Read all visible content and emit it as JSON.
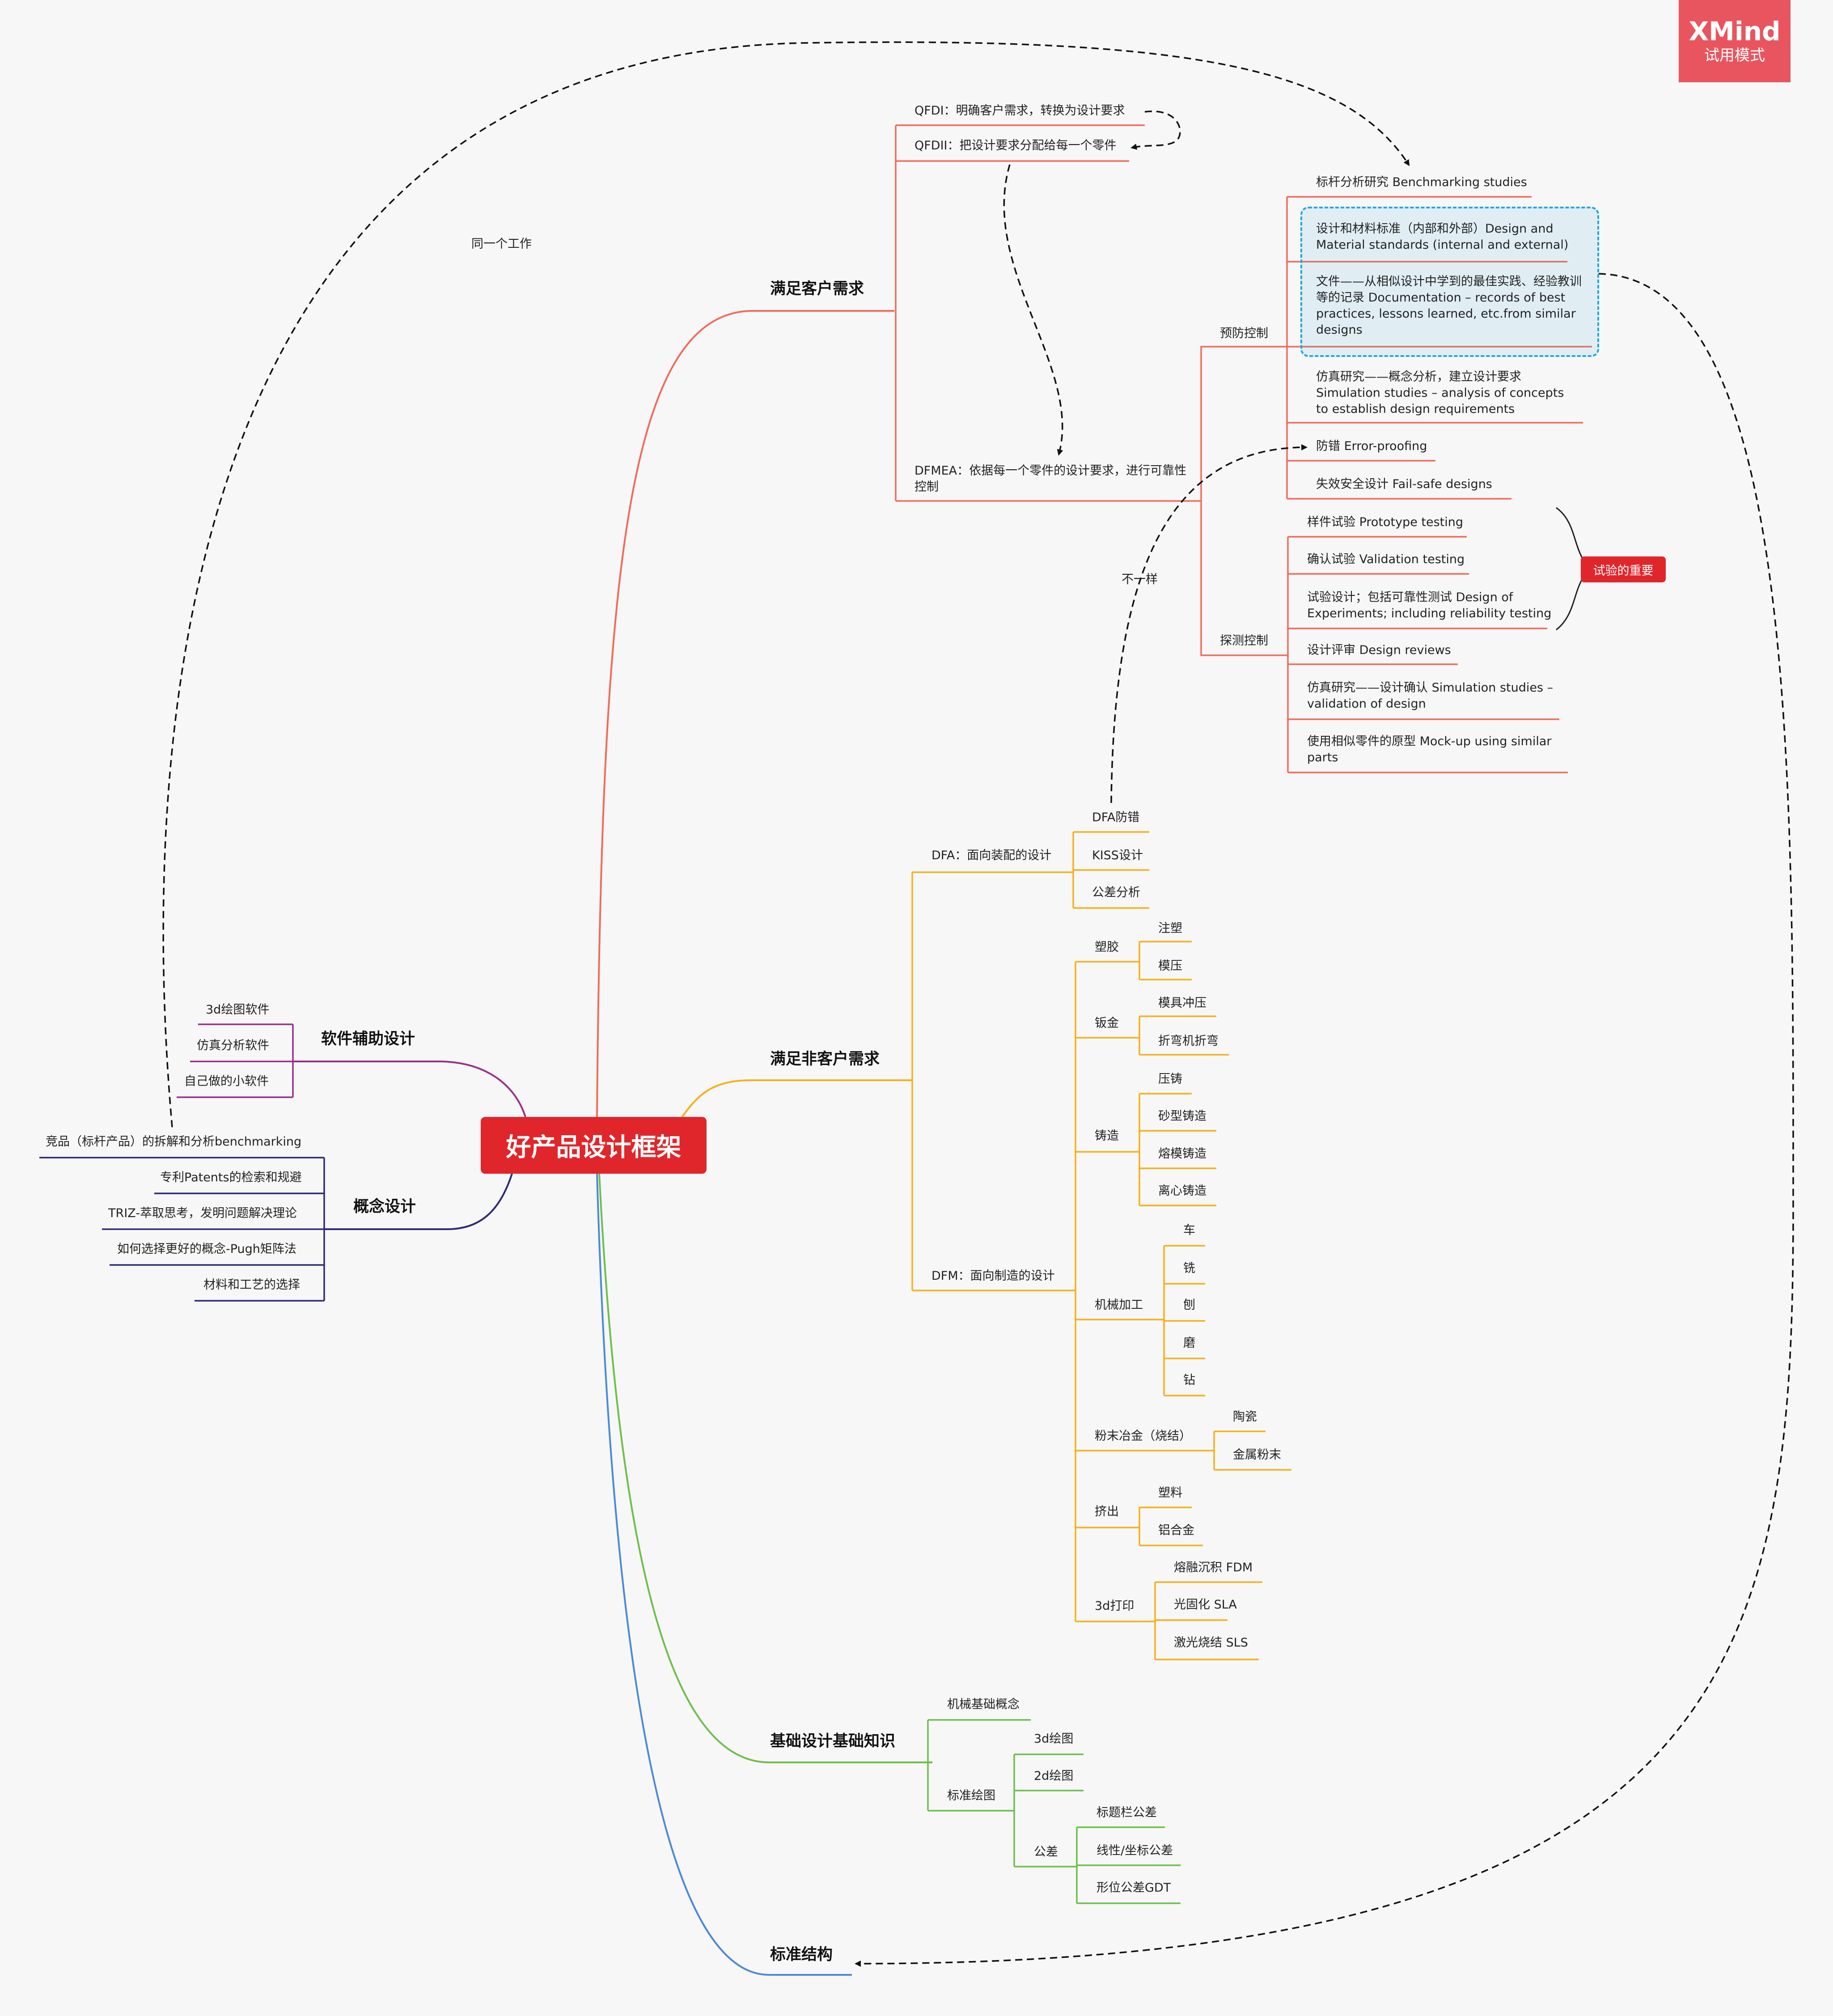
{
  "watermark": {
    "brand": "XMind",
    "mode": "试用模式"
  },
  "colors": {
    "customer": "#f26b5a",
    "noncustomer": "#f6b01a",
    "basic": "#6cc04a",
    "standard": "#4a8ad6",
    "software": "#9a2f8a",
    "concept": "#2d2a7a",
    "center": "#e0262b",
    "selection": "#22a7e0"
  },
  "root": {
    "title": "好产品设计框架"
  },
  "customer": {
    "title": "满足客户需求",
    "qfd1": "QFDI：明确客户需求，转换为设计要求",
    "qfd2": "QFDII：把设计要求分配给每一个零件",
    "dfmea": "DFMEA：依据每一个零件的设计要求，进行可靠性控制",
    "prevention": {
      "title": "预防控制",
      "items": [
        "标杆分析研究 Benchmarking studies",
        "设计和材料标准（内部和外部）Design and Material standards (internal and external)",
        "文件——从相似设计中学到的最佳实践、经验教训等的记录 Documentation – records of best practices, lessons learned, etc.from similar designs",
        "仿真研究——概念分析，建立设计要求 Simulation studies – analysis of concepts to establish design requirements",
        "防错 Error-proofing",
        "失效安全设计 Fail-safe designs"
      ]
    },
    "detection": {
      "title": "探测控制",
      "items": [
        "样件试验 Prototype testing",
        "确认试验 Validation testing",
        "试验设计；包括可靠性测试 Design of Experiments; including reliability testing",
        "设计评审 Design reviews",
        "仿真研究——设计确认 Simulation studies – validation of design",
        "使用相似零件的原型  Mock-up using similar parts"
      ],
      "summary": "试验的重要"
    }
  },
  "noncustomer": {
    "title": "满足非客户需求",
    "dfa": {
      "title": "DFA：面向装配的设计",
      "items": [
        "DFA防错",
        "KISS设计",
        "公差分析"
      ]
    },
    "dfm": {
      "title": "DFM：面向制造的设计",
      "plastic": {
        "title": "塑胶",
        "items": [
          "注塑",
          "模压"
        ]
      },
      "sheet": {
        "title": "钣金",
        "items": [
          "模具冲压",
          "折弯机折弯"
        ]
      },
      "casting": {
        "title": "铸造",
        "items": [
          "压铸",
          "砂型铸造",
          "熔模铸造",
          "离心铸造"
        ]
      },
      "machining": {
        "title": "机械加工",
        "items": [
          "车",
          "铣",
          "刨",
          "磨",
          "钻"
        ]
      },
      "powder": {
        "title": "粉末冶金（烧结）",
        "items": [
          "陶瓷",
          "金属粉末"
        ]
      },
      "extrusion": {
        "title": "挤出",
        "items": [
          "塑料",
          "铝合金"
        ]
      },
      "printing": {
        "title": "3d打印",
        "items": [
          "熔融沉积 FDM",
          "光固化 SLA",
          "激光烧结 SLS"
        ]
      }
    }
  },
  "basic": {
    "title": "基础设计基础知识",
    "mech": "机械基础概念",
    "drawing": {
      "title": "标准绘图",
      "items": [
        "3d绘图",
        "2d绘图"
      ]
    },
    "tolerance": {
      "title": "公差",
      "items": [
        "标题栏公差",
        "线性/坐标公差",
        "形位公差GDT"
      ]
    }
  },
  "standard": {
    "title": "标准结构"
  },
  "software": {
    "title": "软件辅助设计",
    "items": [
      "3d绘图软件",
      "仿真分析软件",
      "自己做的小软件"
    ]
  },
  "concept": {
    "title": "概念设计",
    "items": [
      "竞品（标杆产品）的拆解和分析benchmarking",
      "专利Patents的检索和规避",
      "TRIZ-萃取思考，发明问题解决理论",
      "如何选择更好的概念-Pugh矩阵法",
      "材料和工艺的选择"
    ]
  },
  "relations": {
    "same_work": "同一个工作",
    "different": "不一样"
  }
}
